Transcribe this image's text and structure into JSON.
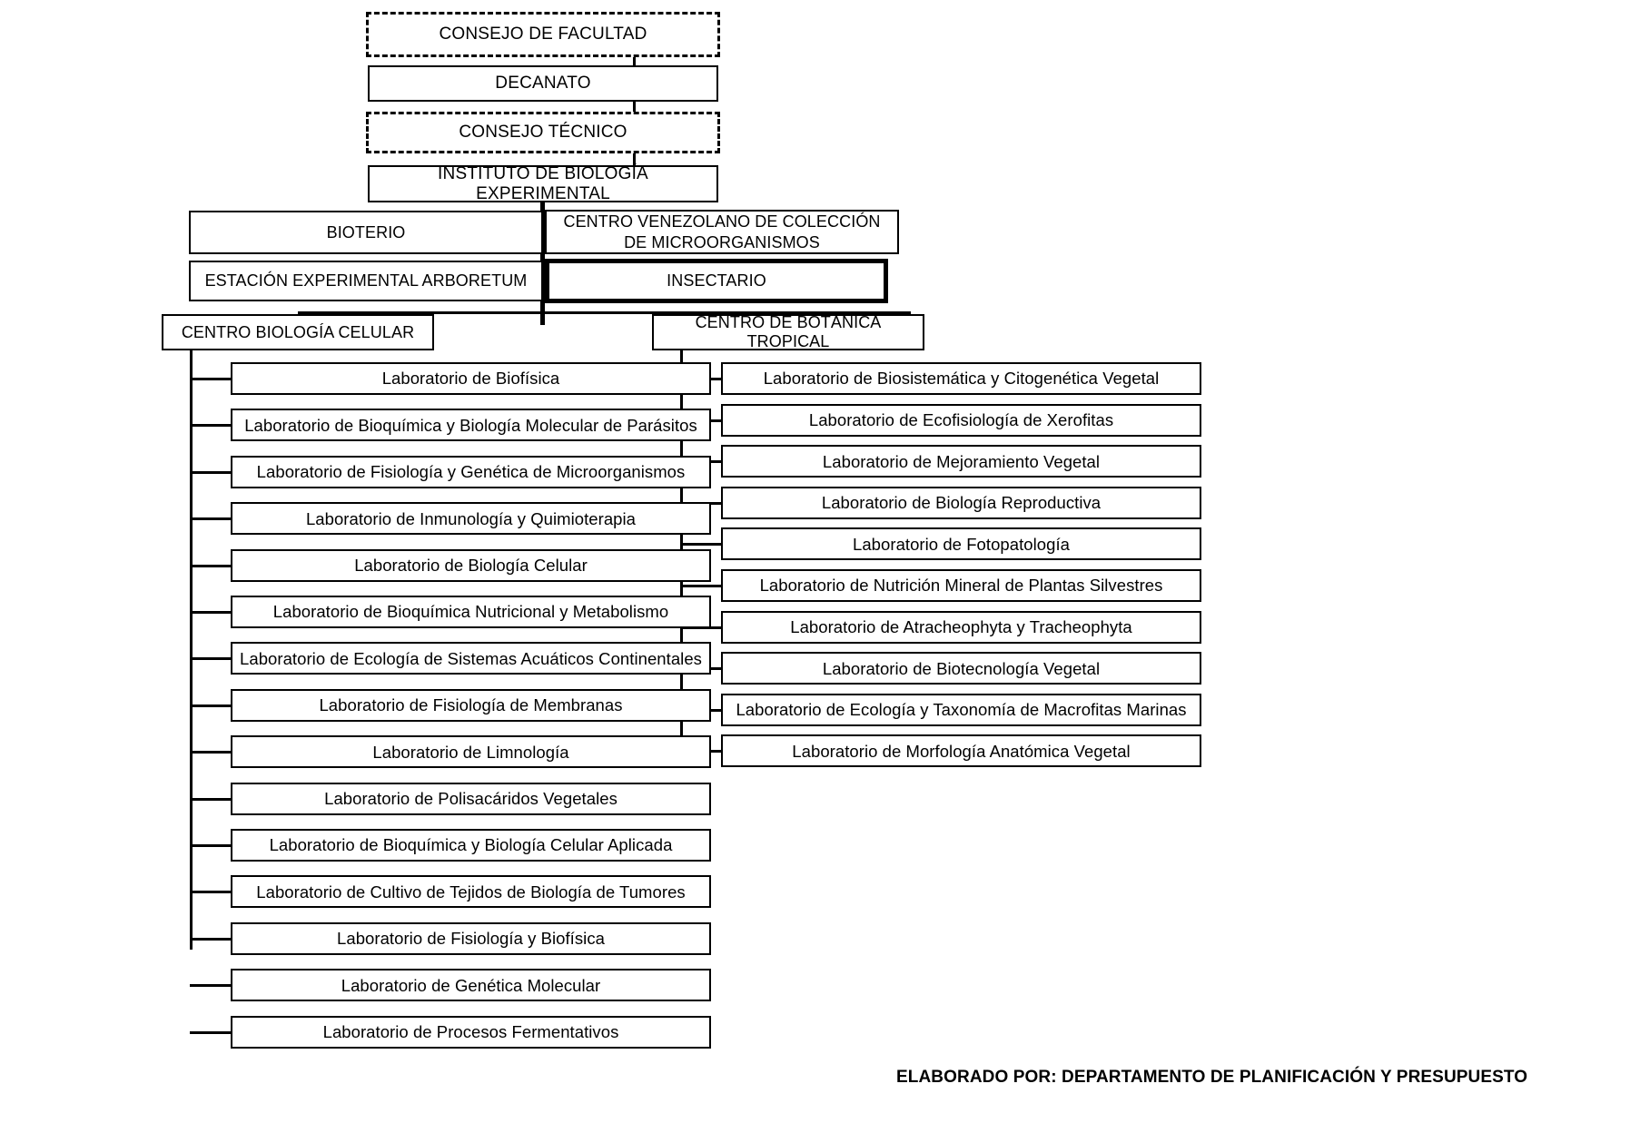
{
  "chart_title": "Organigrama - Instituto de Biología Experimental",
  "hierarchy": {
    "top_chain": [
      {
        "label": "CONSEJO DE FACULTAD",
        "style": "dashed"
      },
      {
        "label": "DECANATO",
        "style": "solid"
      },
      {
        "label": "CONSEJO TÉCNICO",
        "style": "dashed"
      },
      {
        "label": "INSTITUTO DE BIOLOGÍA EXPERIMENTAL",
        "style": "solid"
      }
    ],
    "support_units": [
      {
        "label": "BIOTERIO",
        "style": "solid"
      },
      {
        "label": "CENTRO VENEZOLANO DE COLECCIÓN DE MICROORGANISMOS",
        "style": "solid"
      },
      {
        "label": "ESTACIÓN EXPERIMENTAL ARBORETUM",
        "style": "solid"
      },
      {
        "label": "INSECTARIO",
        "style": "thick"
      }
    ],
    "centers": [
      {
        "name": "CENTRO BIOLOGÍA CELULAR",
        "labs": [
          "Laboratorio de Biofísica",
          "Laboratorio de Bioquímica y Biología Molecular de Parásitos",
          "Laboratorio de Fisiología y Genética de Microorganismos",
          "Laboratorio de Inmunología y Quimioterapia",
          "Laboratorio de Biología Celular",
          "Laboratorio de Bioquímica Nutricional y Metabolismo",
          "Laboratorio de Ecología de Sistemas Acuáticos Continentales",
          "Laboratorio de Fisiología de Membranas",
          "Laboratorio de Limnología",
          "Laboratorio de Polisacáridos Vegetales",
          "Laboratorio de Bioquímica y Biología Celular Aplicada",
          "Laboratorio de Cultivo de Tejidos de Biología de Tumores",
          "Laboratorio de Fisiología y Biofísica",
          "Laboratorio de Genética Molecular",
          "Laboratorio de Procesos Fermentativos"
        ]
      },
      {
        "name": "CENTRO DE BOTÁNICA TROPICAL",
        "labs": [
          "Laboratorio de Biosistemática y Citogenética Vegetal",
          "Laboratorio de Ecofisiología de Xerofitas",
          "Laboratorio de Mejoramiento Vegetal",
          "Laboratorio de Biología Reproductiva",
          "Laboratorio de Fotopatología",
          "Laboratorio de Nutrición Mineral de Plantas Silvestres",
          "Laboratorio de Atracheophyta y Tracheophyta",
          "Laboratorio de Biotecnología Vegetal",
          "Laboratorio de Ecología y Taxonomía de Macrofitas Marinas",
          "Laboratorio de Morfología Anatómica Vegetal"
        ]
      }
    ]
  },
  "footer": {
    "credit": "ELABORADO POR: DEPARTAMENTO DE PLANIFICACIÓN Y PRESUPUESTO"
  },
  "colors": {
    "line": "#000000",
    "box_fill": "#ffffff",
    "text": "#000000"
  }
}
